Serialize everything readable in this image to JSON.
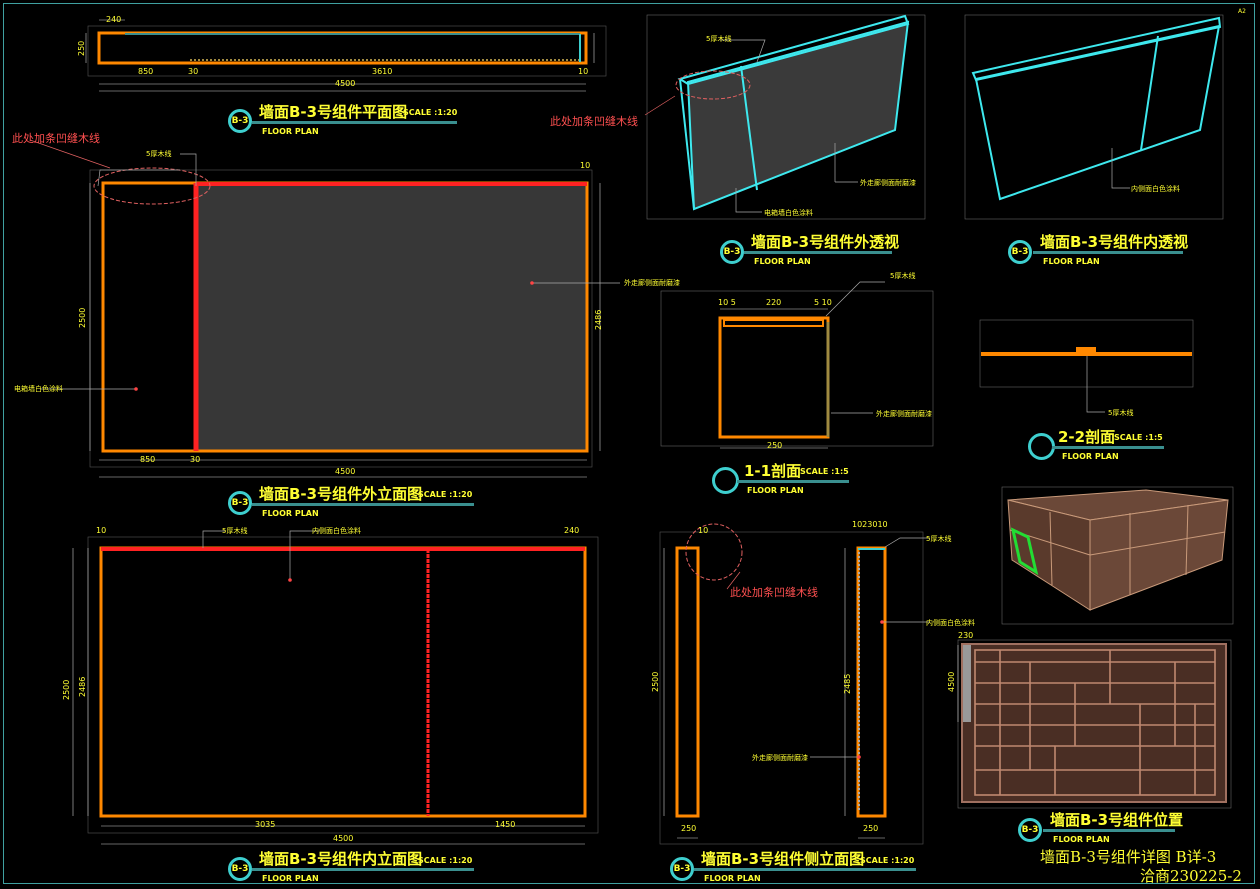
{
  "titles": {
    "plan": "墙面B-3号组件平面图",
    "outer_elev": "墙面B-3号组件外立面图",
    "inner_elev": "墙面B-3号组件内立面图",
    "side_elev": "墙面B-3号组件侧立面图",
    "outer_persp": "墙面B-3号组件外透视",
    "inner_persp": "墙面B-3号组件内透视",
    "sec11": "1-1剖面",
    "sec22": "2-2剖面",
    "position": "墙面B-3号组件位置"
  },
  "badge": "B-3",
  "scales": {
    "s20": "SCALE :1:20",
    "s5": "SCALE :1:5"
  },
  "floor_plan": "FLOOR PLAN",
  "annotations": {
    "wood_5": "5厚木线",
    "outer_corridor": "外走廊侧面耐磨漆",
    "elec_white": "电箱墙白色涂料",
    "inner_white": "内侧面白色涂料",
    "groove_note": "此处加条凹缝木线"
  },
  "dims": {
    "d240": "240",
    "d250": "250",
    "d850": "850",
    "d30": "30",
    "d3610": "3610",
    "d10": "10",
    "d4500": "4500",
    "d2500": "2500",
    "d2486": "2486",
    "d3035": "3035",
    "d1450": "1450",
    "d220": "220",
    "d10_5": "10 5",
    "d5_10": "5 10",
    "d2485": "2485",
    "d1023010": "1023010",
    "d230": "230",
    "d2500b": "2500",
    "d4500b": "4500"
  },
  "titleblock": {
    "line1": "墙面B-3号组件详图  B详-3",
    "line2": "洽商230225-2"
  },
  "corner": "A2",
  "colors": {
    "accent": "#3ecfcf",
    "orange": "#ff8800",
    "red": "#ff2222",
    "yellow": "#ffff33"
  }
}
